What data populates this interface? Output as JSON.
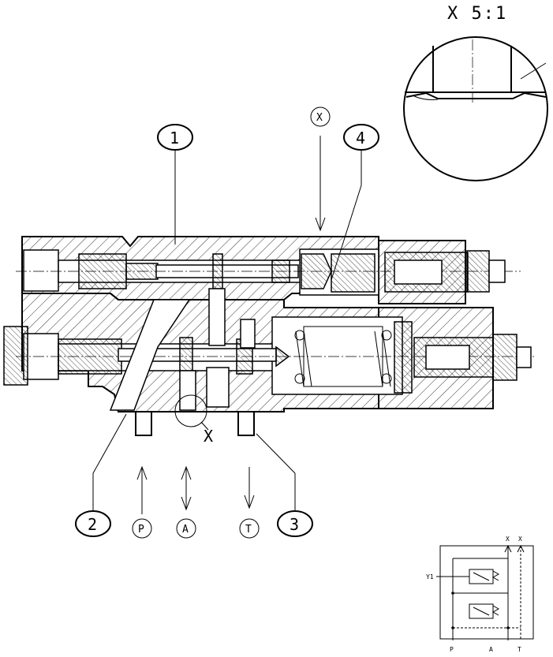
{
  "detail_view": {
    "title": "X 5:1"
  },
  "callouts": [
    {
      "id": "c1",
      "number": "1"
    },
    {
      "id": "c2",
      "number": "2"
    },
    {
      "id": "c3",
      "number": "3"
    },
    {
      "id": "c4",
      "number": "4"
    }
  ],
  "ports": {
    "X": "X",
    "P": "P",
    "A": "A",
    "T": "T"
  },
  "section_marker": "X",
  "schematic": {
    "solenoid_label": "Y1",
    "top_labels": [
      "X",
      "X"
    ],
    "bottom_labels": [
      "P",
      "A",
      "T"
    ]
  }
}
